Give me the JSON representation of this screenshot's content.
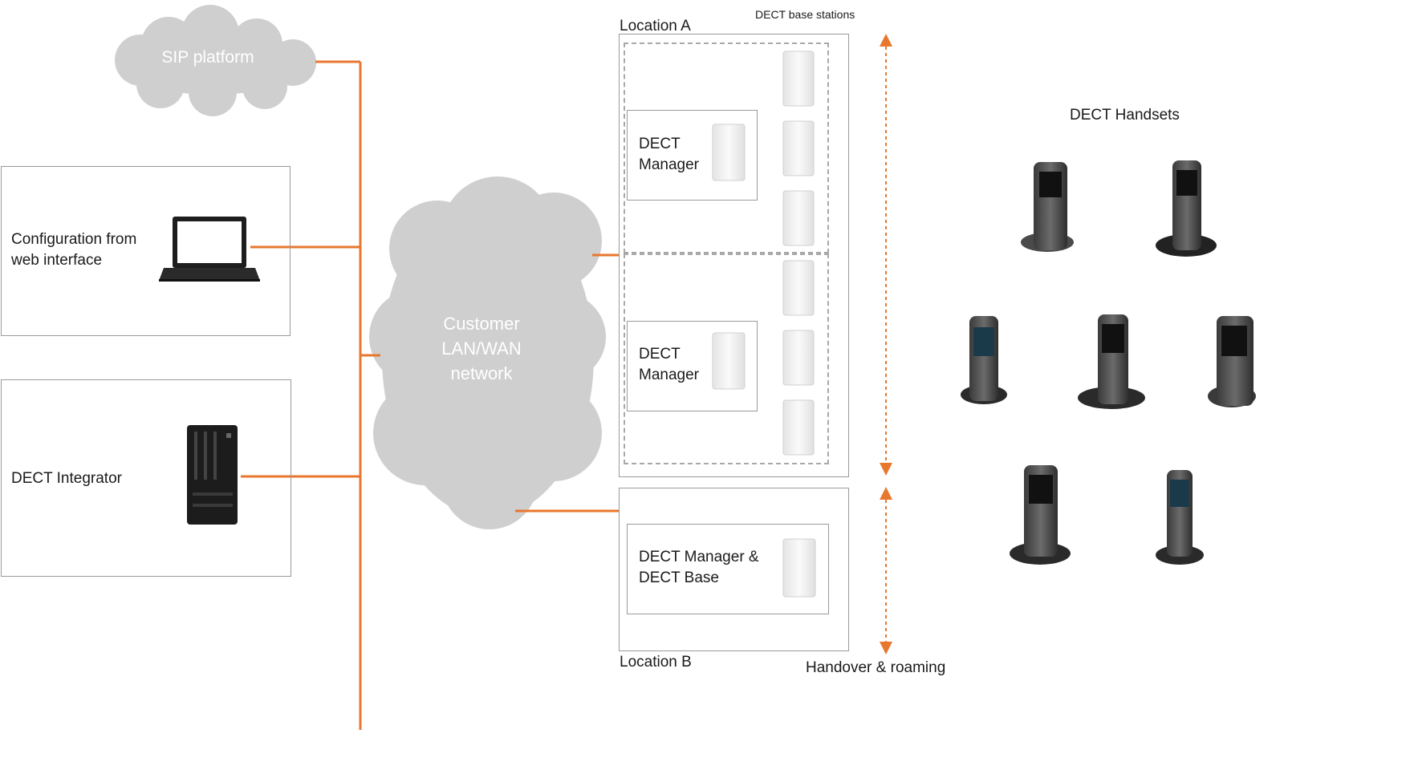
{
  "clouds": {
    "sip": "SIP platform",
    "network": "Customer LAN/WAN network"
  },
  "left_boxes": {
    "config": "Configuration from web interface",
    "integrator": "DECT Integrator"
  },
  "locations": {
    "a": "Location A",
    "b": "Location B"
  },
  "base_stations_label": "DECT base stations",
  "managers": {
    "m1": "DECT Manager",
    "m2": "DECT Manager",
    "m3": "DECT Manager & DECT Base"
  },
  "handsets_label": "DECT Handsets",
  "handover_label": "Handover & roaming",
  "colors": {
    "link": "#e8772e",
    "cloud": "#cfcfcf",
    "box_border": "#9a9a9a"
  }
}
